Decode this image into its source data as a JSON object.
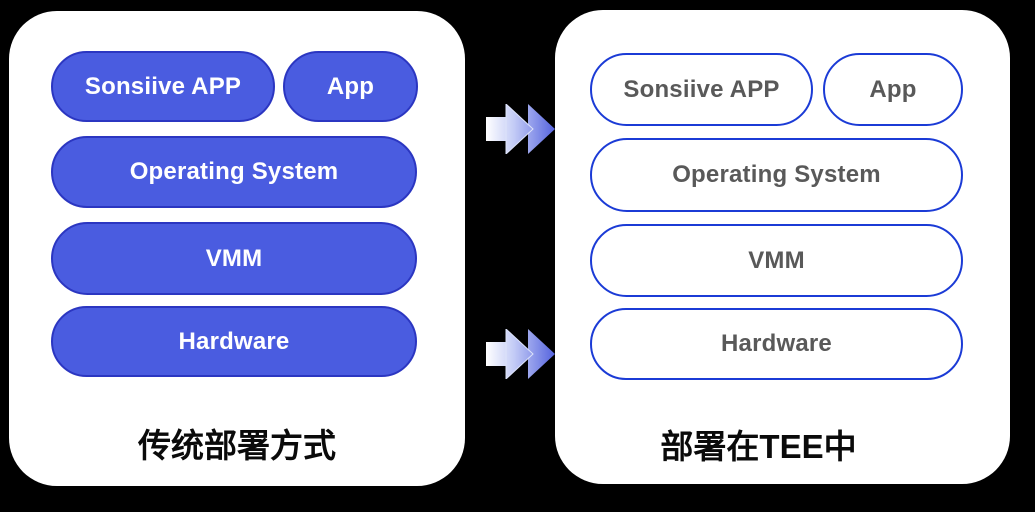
{
  "diagram": {
    "type": "comparison",
    "colors": {
      "page_bg": "#000000",
      "card_bg": "#FFFFFF",
      "filled_pill_fill": "#4A5CE0",
      "filled_pill_border": "#2B36C1",
      "filled_pill_text": "#FFFFFF",
      "outline_pill_border": "#1B3BD6",
      "outline_pill_text": "#595959",
      "caption_text": "#0A0A0A",
      "arrow_gradient": [
        "#FFFFFF",
        "#C4CCF6",
        "#5563DE"
      ]
    },
    "arrow_icon": "double-chevron-right-arrow",
    "arrow_count": 2
  },
  "left_panel": {
    "caption": "传统部署方式",
    "style": "filled",
    "pills": {
      "sonsiive_app": "Sonsiive APP",
      "app": "App",
      "operating_system": "Operating System",
      "vmm": "VMM",
      "hardware": "Hardware"
    }
  },
  "right_panel": {
    "caption": "部署在TEE中",
    "style": "outline",
    "pills": {
      "sonsiive_app": "Sonsiive APP",
      "app": "App",
      "operating_system": "Operating System",
      "vmm": "VMM",
      "hardware": "Hardware"
    }
  }
}
